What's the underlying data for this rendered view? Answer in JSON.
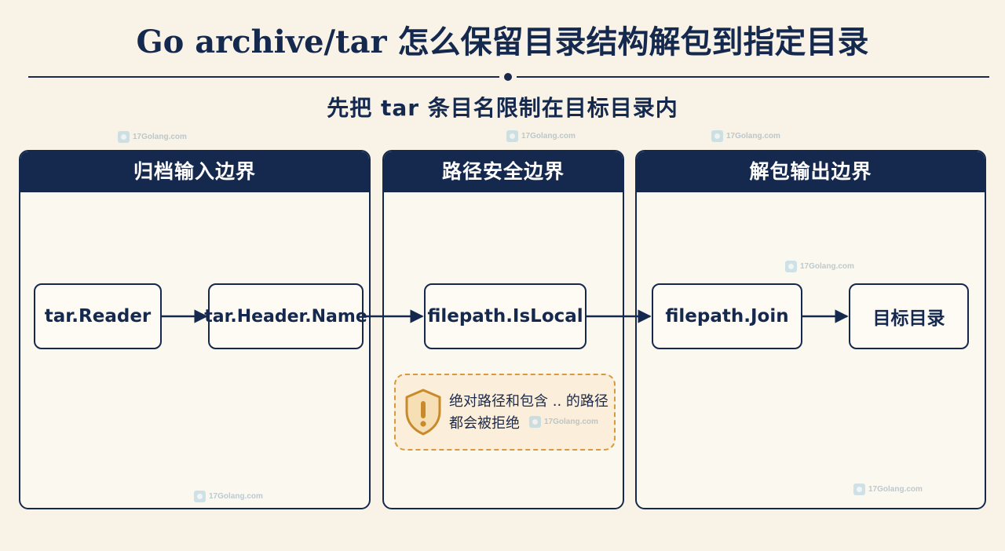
{
  "title": "Go archive/tar 怎么保留目录结构解包到指定目录",
  "subtitle": "先把 tar 条目名限制在目标目录内",
  "panels": {
    "archive": "归档输入边界",
    "safety": "路径安全边界",
    "output": "解包输出边界"
  },
  "nodes": {
    "reader": "tar.Reader",
    "header": "tar.Header.Name",
    "islocal": "filepath.IsLocal",
    "join": "filepath.Join",
    "target": "目标目录"
  },
  "warning": {
    "line1": "绝对路径和包含 .. 的路径",
    "line2": "都会被拒绝",
    "icon": "shield-exclamation-icon",
    "color": "#d79a3c"
  },
  "watermark": "17Golang.com",
  "colors": {
    "navy": "#15294f",
    "background": "#f8f3e6",
    "warning_fill": "#fbeedb"
  }
}
